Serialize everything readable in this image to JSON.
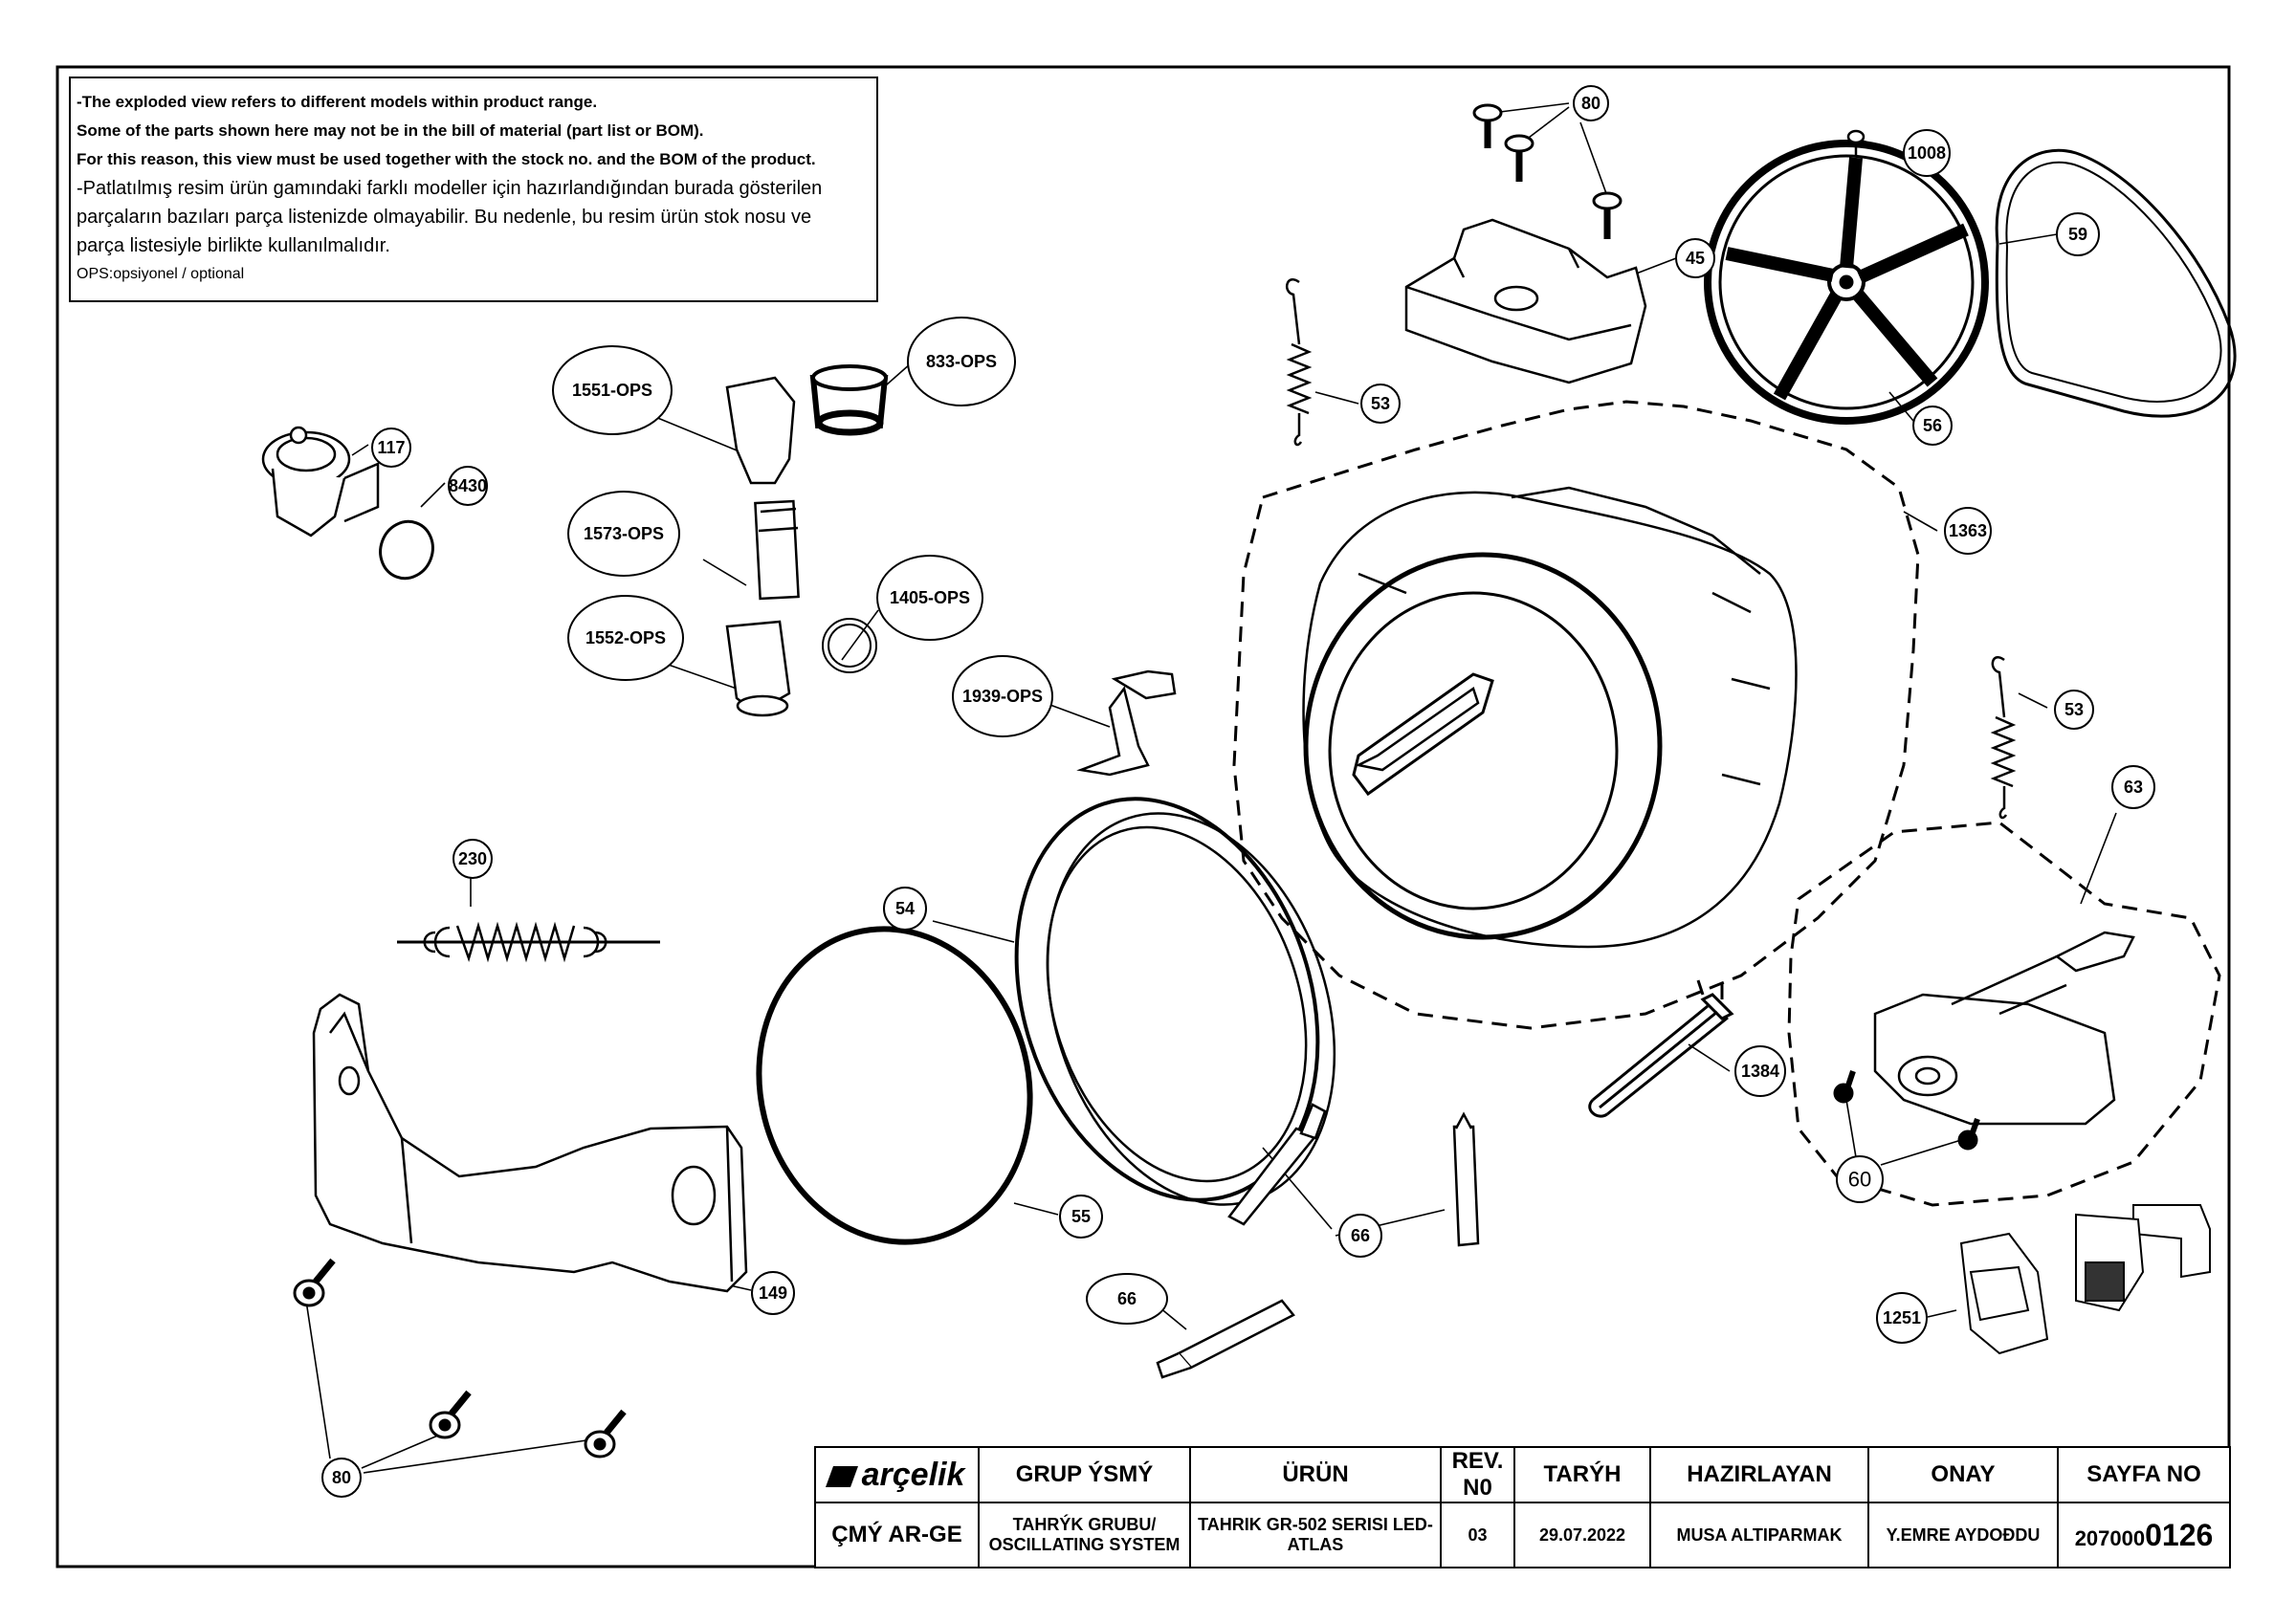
{
  "notes": {
    "line1": "-The exploded view refers to different models within product range.",
    "line2": "Some of the parts shown here may not be in the bill of material (part list or BOM).",
    "line3": "For this reason, this view must be used together with the stock no. and the BOM of the product.",
    "line4": "-Patlatılmış resim ürün gamındaki farklı modeller için hazırlandığından burada gösterilen",
    "line5": "parçaların bazıları parça listenizde olmayabilir. Bu nedenle, bu resim ürün stok nosu ve",
    "line6": "parça listesiyle birlikte kullanılmalıdır.",
    "line7": "OPS:opsiyonel / optional"
  },
  "callouts": {
    "c80_top": "80",
    "c1008": "1008",
    "c59": "59",
    "c45": "45",
    "c56": "56",
    "c53_top": "53",
    "c1363": "1363",
    "c53_right": "53",
    "c63": "63",
    "c1384": "1384",
    "c60": "60",
    "c1251": "1251",
    "c1551": "1551-OPS",
    "c833": "833-OPS",
    "c117": "117",
    "c8430": "8430",
    "c1573": "1573-OPS",
    "c1405": "1405-OPS",
    "c1552": "1552-OPS",
    "c1939": "1939-OPS",
    "c230": "230",
    "c54": "54",
    "c55": "55",
    "c66_mid": "66",
    "c66_low": "66",
    "c149": "149",
    "c80_bottom": "80"
  },
  "title_block": {
    "logo": "arçelik",
    "headers": {
      "group": "GRUP ÝSMÝ",
      "product": "ÜRÜN",
      "rev": "REV. N0",
      "date": "TARÝH",
      "prepared": "HAZIRLAYAN",
      "approval": "ONAY",
      "page": "SAYFA NO"
    },
    "values": {
      "department": "ÇMÝ AR-GE",
      "group": "TAHRÝK GRUBU/ OSCILLATING SYSTEM",
      "product": "TAHRIK GR-502 SERISI LED- ATLAS",
      "rev": "03",
      "date": "29.07.2022",
      "prepared": "MUSA ALTIPARMAK",
      "approval": "Y.EMRE AYDOÐDU",
      "page_prefix": "207000",
      "page_suffix": "0126"
    }
  }
}
